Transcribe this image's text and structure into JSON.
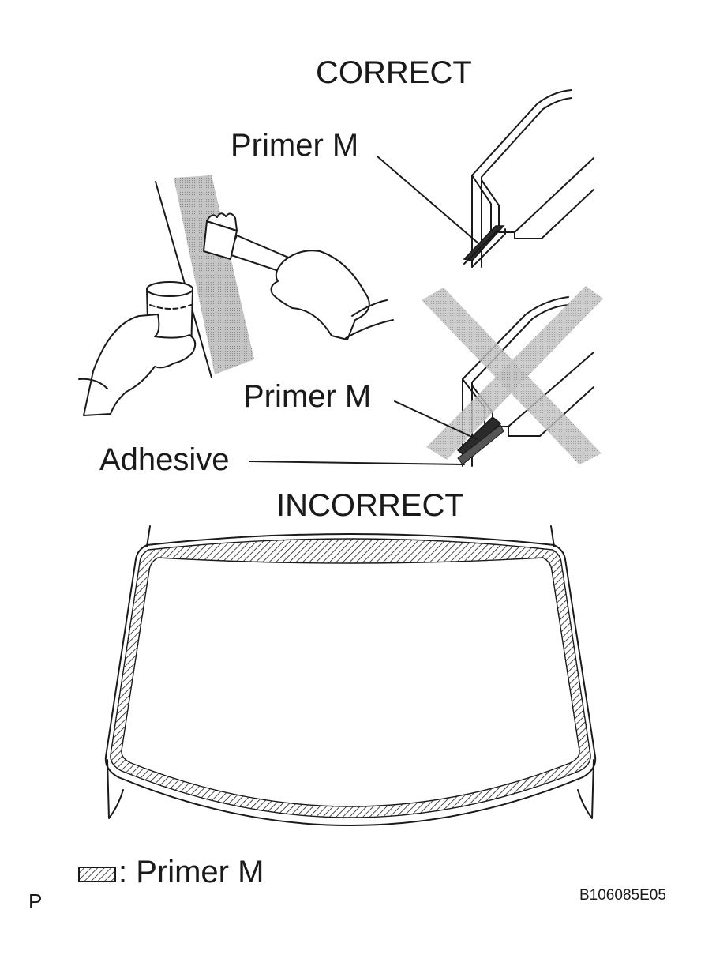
{
  "labels": {
    "correct": "CORRECT",
    "incorrect": "INCORRECT",
    "primer_top": "Primer M",
    "primer_mid": "Primer M",
    "adhesive": "Adhesive",
    "legend": ": Primer M",
    "page_letter": "P",
    "figure_code": "B106085E05"
  },
  "colors": {
    "ink": "#1a1a1a",
    "screen_gray": "#b5b5b5",
    "primer_fill": "#2a2a2a",
    "background": "#ffffff"
  }
}
